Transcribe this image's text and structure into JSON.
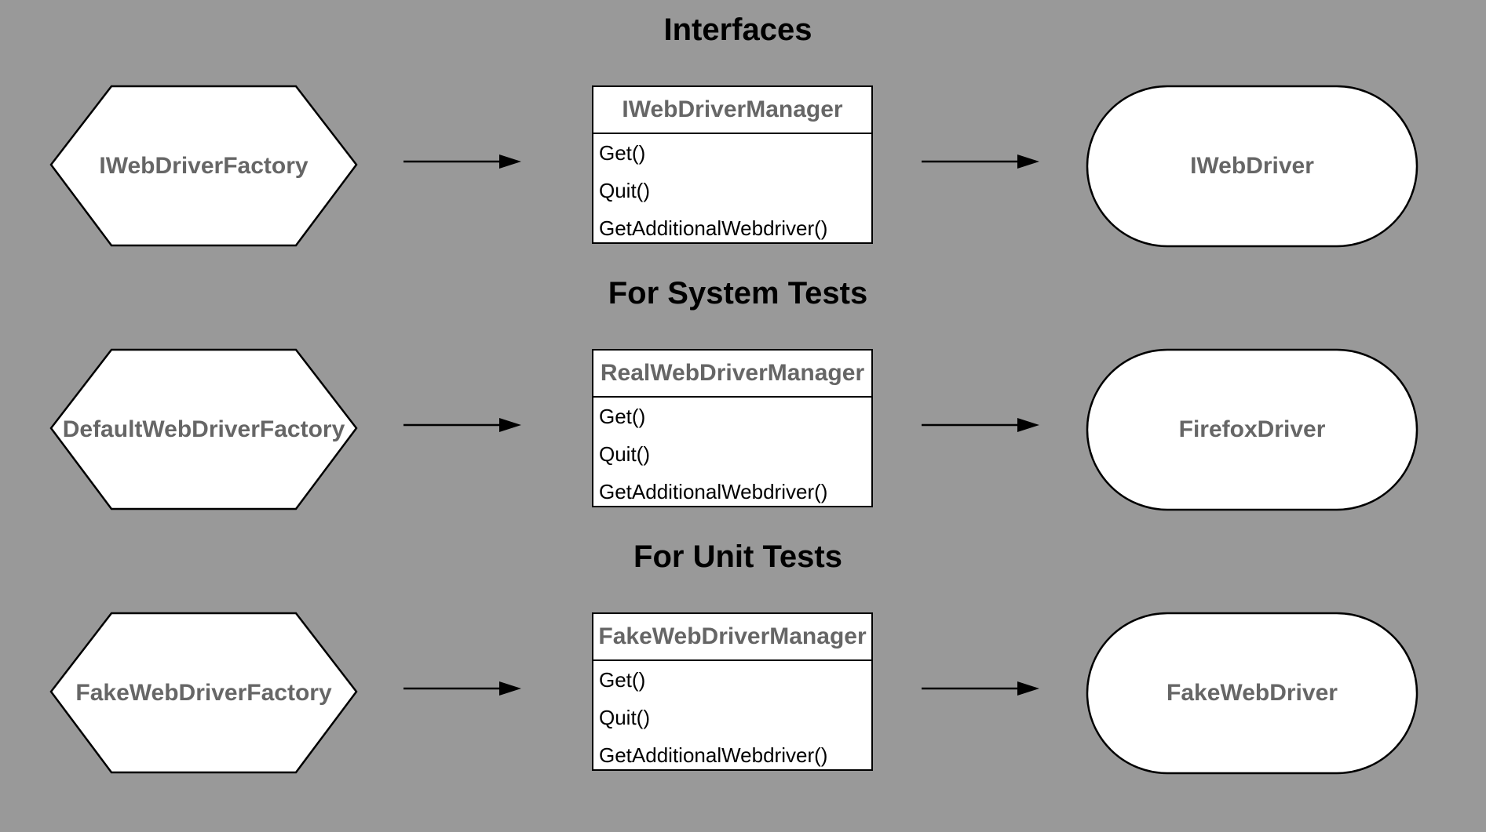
{
  "rows": [
    {
      "title": "Interfaces",
      "factory": "IWebDriverFactory",
      "manager": {
        "name": "IWebDriverManager",
        "methods": [
          "Get()",
          "Quit()",
          "GetAdditionalWebdriver()"
        ]
      },
      "driver": "IWebDriver"
    },
    {
      "title": "For System Tests",
      "factory": "DefaultWebDriverFactory",
      "manager": {
        "name": "RealWebDriverManager",
        "methods": [
          "Get()",
          "Quit()",
          "GetAdditionalWebdriver()"
        ]
      },
      "driver": "FirefoxDriver"
    },
    {
      "title": "For Unit Tests",
      "factory": "FakeWebDriverFactory",
      "manager": {
        "name": "FakeWebDriverManager",
        "methods": [
          "Get()",
          "Quit()",
          "GetAdditionalWebdriver()"
        ]
      },
      "driver": "FakeWebDriver"
    }
  ],
  "colors": {
    "background": "#999999",
    "shape_fill": "#ffffff",
    "outline": "#000000",
    "shape_label": "#666666",
    "title": "#000000"
  }
}
